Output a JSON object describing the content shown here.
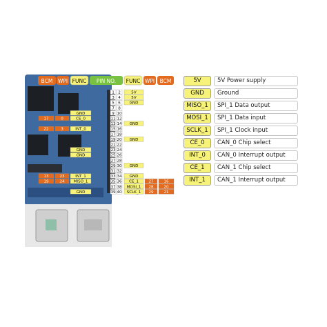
{
  "header": {
    "left": [
      "BCM",
      "WPI",
      "FUNC"
    ],
    "center": "PIN NO.",
    "right": [
      "FUNC",
      "WPI",
      "BCM"
    ]
  },
  "colors": {
    "orange": "#e26b1f",
    "yellow": "#f6f27a",
    "green": "#79c142",
    "white": "#ffffff",
    "board": "#3f6aa0"
  },
  "rows": [
    {
      "l": [
        "",
        "",
        ""
      ],
      "pins": [
        "1",
        "2"
      ],
      "r": [
        "5V",
        "",
        ""
      ]
    },
    {
      "l": [
        "",
        "",
        ""
      ],
      "pins": [
        "3",
        "4"
      ],
      "r": [
        "5V",
        "",
        ""
      ]
    },
    {
      "l": [
        "",
        "",
        ""
      ],
      "pins": [
        "5",
        "6"
      ],
      "r": [
        "GND",
        "",
        ""
      ]
    },
    {
      "l": [
        "",
        "",
        ""
      ],
      "pins": [
        "7",
        "8"
      ],
      "r": [
        "",
        "",
        ""
      ]
    },
    {
      "l": [
        "",
        "",
        "GND"
      ],
      "pins": [
        "9",
        "10"
      ],
      "r": [
        "",
        "",
        ""
      ]
    },
    {
      "l": [
        "17",
        "0",
        "CE_0"
      ],
      "pins": [
        "11",
        "12"
      ],
      "r": [
        "",
        "",
        ""
      ]
    },
    {
      "l": [
        "",
        "",
        ""
      ],
      "pins": [
        "13",
        "14"
      ],
      "r": [
        "GND",
        "",
        ""
      ]
    },
    {
      "l": [
        "22",
        "3",
        "INT_0"
      ],
      "pins": [
        "15",
        "16"
      ],
      "r": [
        "",
        "",
        ""
      ]
    },
    {
      "l": [
        "",
        "",
        ""
      ],
      "pins": [
        "17",
        "18"
      ],
      "r": [
        "",
        "",
        ""
      ]
    },
    {
      "l": [
        "",
        "",
        ""
      ],
      "pins": [
        "19",
        "20"
      ],
      "r": [
        "GND",
        "",
        ""
      ]
    },
    {
      "l": [
        "",
        "",
        ""
      ],
      "pins": [
        "21",
        "22"
      ],
      "r": [
        "",
        "",
        ""
      ]
    },
    {
      "l": [
        "",
        "",
        "GND"
      ],
      "pins": [
        "23",
        "24"
      ],
      "r": [
        "",
        "",
        ""
      ]
    },
    {
      "l": [
        "",
        "",
        "GND"
      ],
      "pins": [
        "25",
        "26"
      ],
      "r": [
        "",
        "",
        ""
      ]
    },
    {
      "l": [
        "",
        "",
        ""
      ],
      "pins": [
        "27",
        "28"
      ],
      "r": [
        "",
        "",
        ""
      ]
    },
    {
      "l": [
        "",
        "",
        ""
      ],
      "pins": [
        "29",
        "30"
      ],
      "r": [
        "GND",
        "",
        ""
      ]
    },
    {
      "l": [
        "",
        "",
        ""
      ],
      "pins": [
        "31",
        "32"
      ],
      "r": [
        "",
        "",
        ""
      ]
    },
    {
      "l": [
        "13",
        "23",
        "INT_1"
      ],
      "pins": [
        "33",
        "34"
      ],
      "r": [
        "GND",
        "",
        ""
      ]
    },
    {
      "l": [
        "19",
        "24",
        "MISO_1"
      ],
      "pins": [
        "35",
        "36"
      ],
      "r": [
        "CE_1",
        "27",
        "16"
      ]
    },
    {
      "l": [
        "",
        "",
        ""
      ],
      "pins": [
        "37",
        "38"
      ],
      "r": [
        "MOSI_1",
        "28",
        "20"
      ]
    },
    {
      "l": [
        "",
        "",
        "GND"
      ],
      "pins": [
        "39",
        "40"
      ],
      "r": [
        "SCLK_1",
        "29",
        "21"
      ]
    }
  ],
  "legend": [
    {
      "tag": "5V",
      "desc": "5V Power supply"
    },
    {
      "tag": "GND",
      "desc": "Ground"
    },
    {
      "tag": "MISO_1",
      "desc": "SPI_1 Data output"
    },
    {
      "tag": "MOSI_1",
      "desc": "SPI_1 Data input"
    },
    {
      "tag": "SCLK_1",
      "desc": "SPI_1 Clock input"
    },
    {
      "tag": "CE_0",
      "desc": "CAN_0 Chip select"
    },
    {
      "tag": "INT_0",
      "desc": "CAN_0 Interrupt output"
    },
    {
      "tag": "CE_1",
      "desc": "CAN_1 Chip select"
    },
    {
      "tag": "INT_1",
      "desc": "CAN_1 Interrupt output"
    }
  ]
}
